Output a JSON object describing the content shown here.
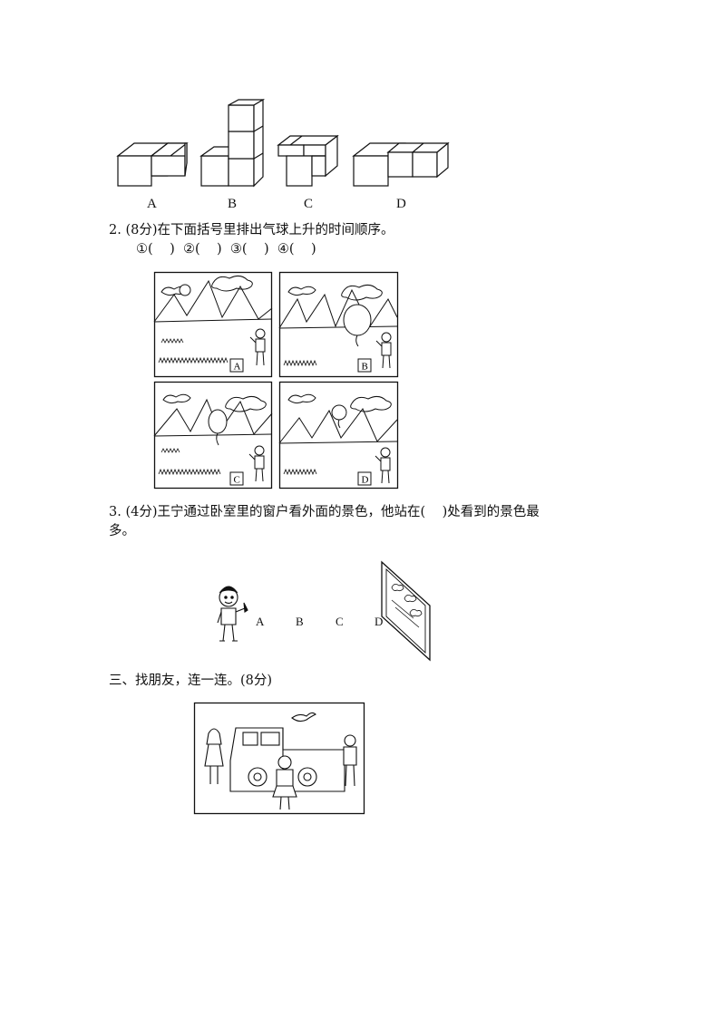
{
  "q1": {
    "labels": [
      "A",
      "B",
      "C",
      "D"
    ]
  },
  "q2": {
    "text": "2. (8分)在下面括号里排出气球上升的时间顺序。",
    "blanks": "①(    )  ②(    )  ③(    )  ④(    )",
    "panels": [
      "A",
      "B",
      "C",
      "D"
    ]
  },
  "q3": {
    "line1": "3. (4分)王宁通过卧室里的窗户看外面的景色，他站在(    )处看到的景色最",
    "line2": "多。",
    "positions": [
      "A",
      "B",
      "C",
      "D"
    ]
  },
  "section3": {
    "title": "三、找朋友，连一连。(8分)"
  }
}
